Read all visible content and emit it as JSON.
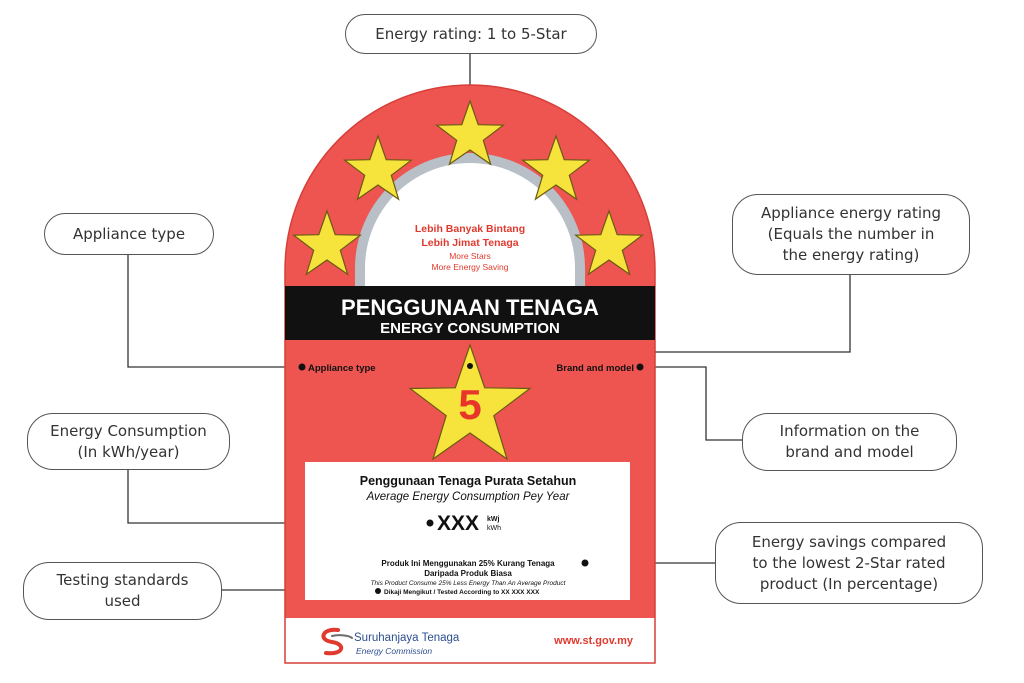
{
  "callouts": {
    "energy_rating": "Energy rating: 1 to 5-Star",
    "appliance_type": "Appliance type",
    "appliance_energy_rating": [
      "Appliance energy rating",
      "(Equals the number in",
      "the energy rating)"
    ],
    "energy_consumption": [
      "Energy Consumption",
      "(In kWh/year)"
    ],
    "brand_model_info": [
      "Information on the",
      "brand and model"
    ],
    "energy_savings": [
      "Energy savings compared",
      "to the lowest 2-Star rated",
      "product (In percentage)"
    ],
    "testing_standards": [
      "Testing standards",
      "used"
    ]
  },
  "label": {
    "arch_text_1": "Lebih Banyak Bintang",
    "arch_text_2": "Lebih Jimat Tenaga",
    "arch_text_3": "More Stars",
    "arch_text_4": "More Energy Saving",
    "banner_title": "PENGGUNAAN TENAGA",
    "banner_subtitle": "ENERGY CONSUMPTION",
    "appliance_type": "Appliance type",
    "brand_model": "Brand and model",
    "rating_number": "5",
    "box_title": "Penggunaan Tenaga Purata Setahun",
    "box_subtitle": "Average Energy Consumption Pey Year",
    "kwh_value": "XXX",
    "kwh_unit_1": "kWj",
    "kwh_unit_2": "kWh",
    "savings_1": "Produk Ini Menggunakan 25% Kurang Tenaga",
    "savings_2": "Daripada Produk Biasa",
    "savings_3": "This Product Consume 25% Less Energy Than An Average Product",
    "testing": "Dikaji Mengikut / Tested According to XX XXX XXX",
    "commission_name": "Suruhanjaya Tenaga",
    "commission_sub": "Energy Commission",
    "website": "www.st.gov.my"
  },
  "colors": {
    "label_red": "#ee5450",
    "banner_black": "#111111",
    "star_yellow": "#f6e33c",
    "rating_red": "#e8352b",
    "arch_grey": "#b8bfc7",
    "text_red": "#e03a2e"
  }
}
